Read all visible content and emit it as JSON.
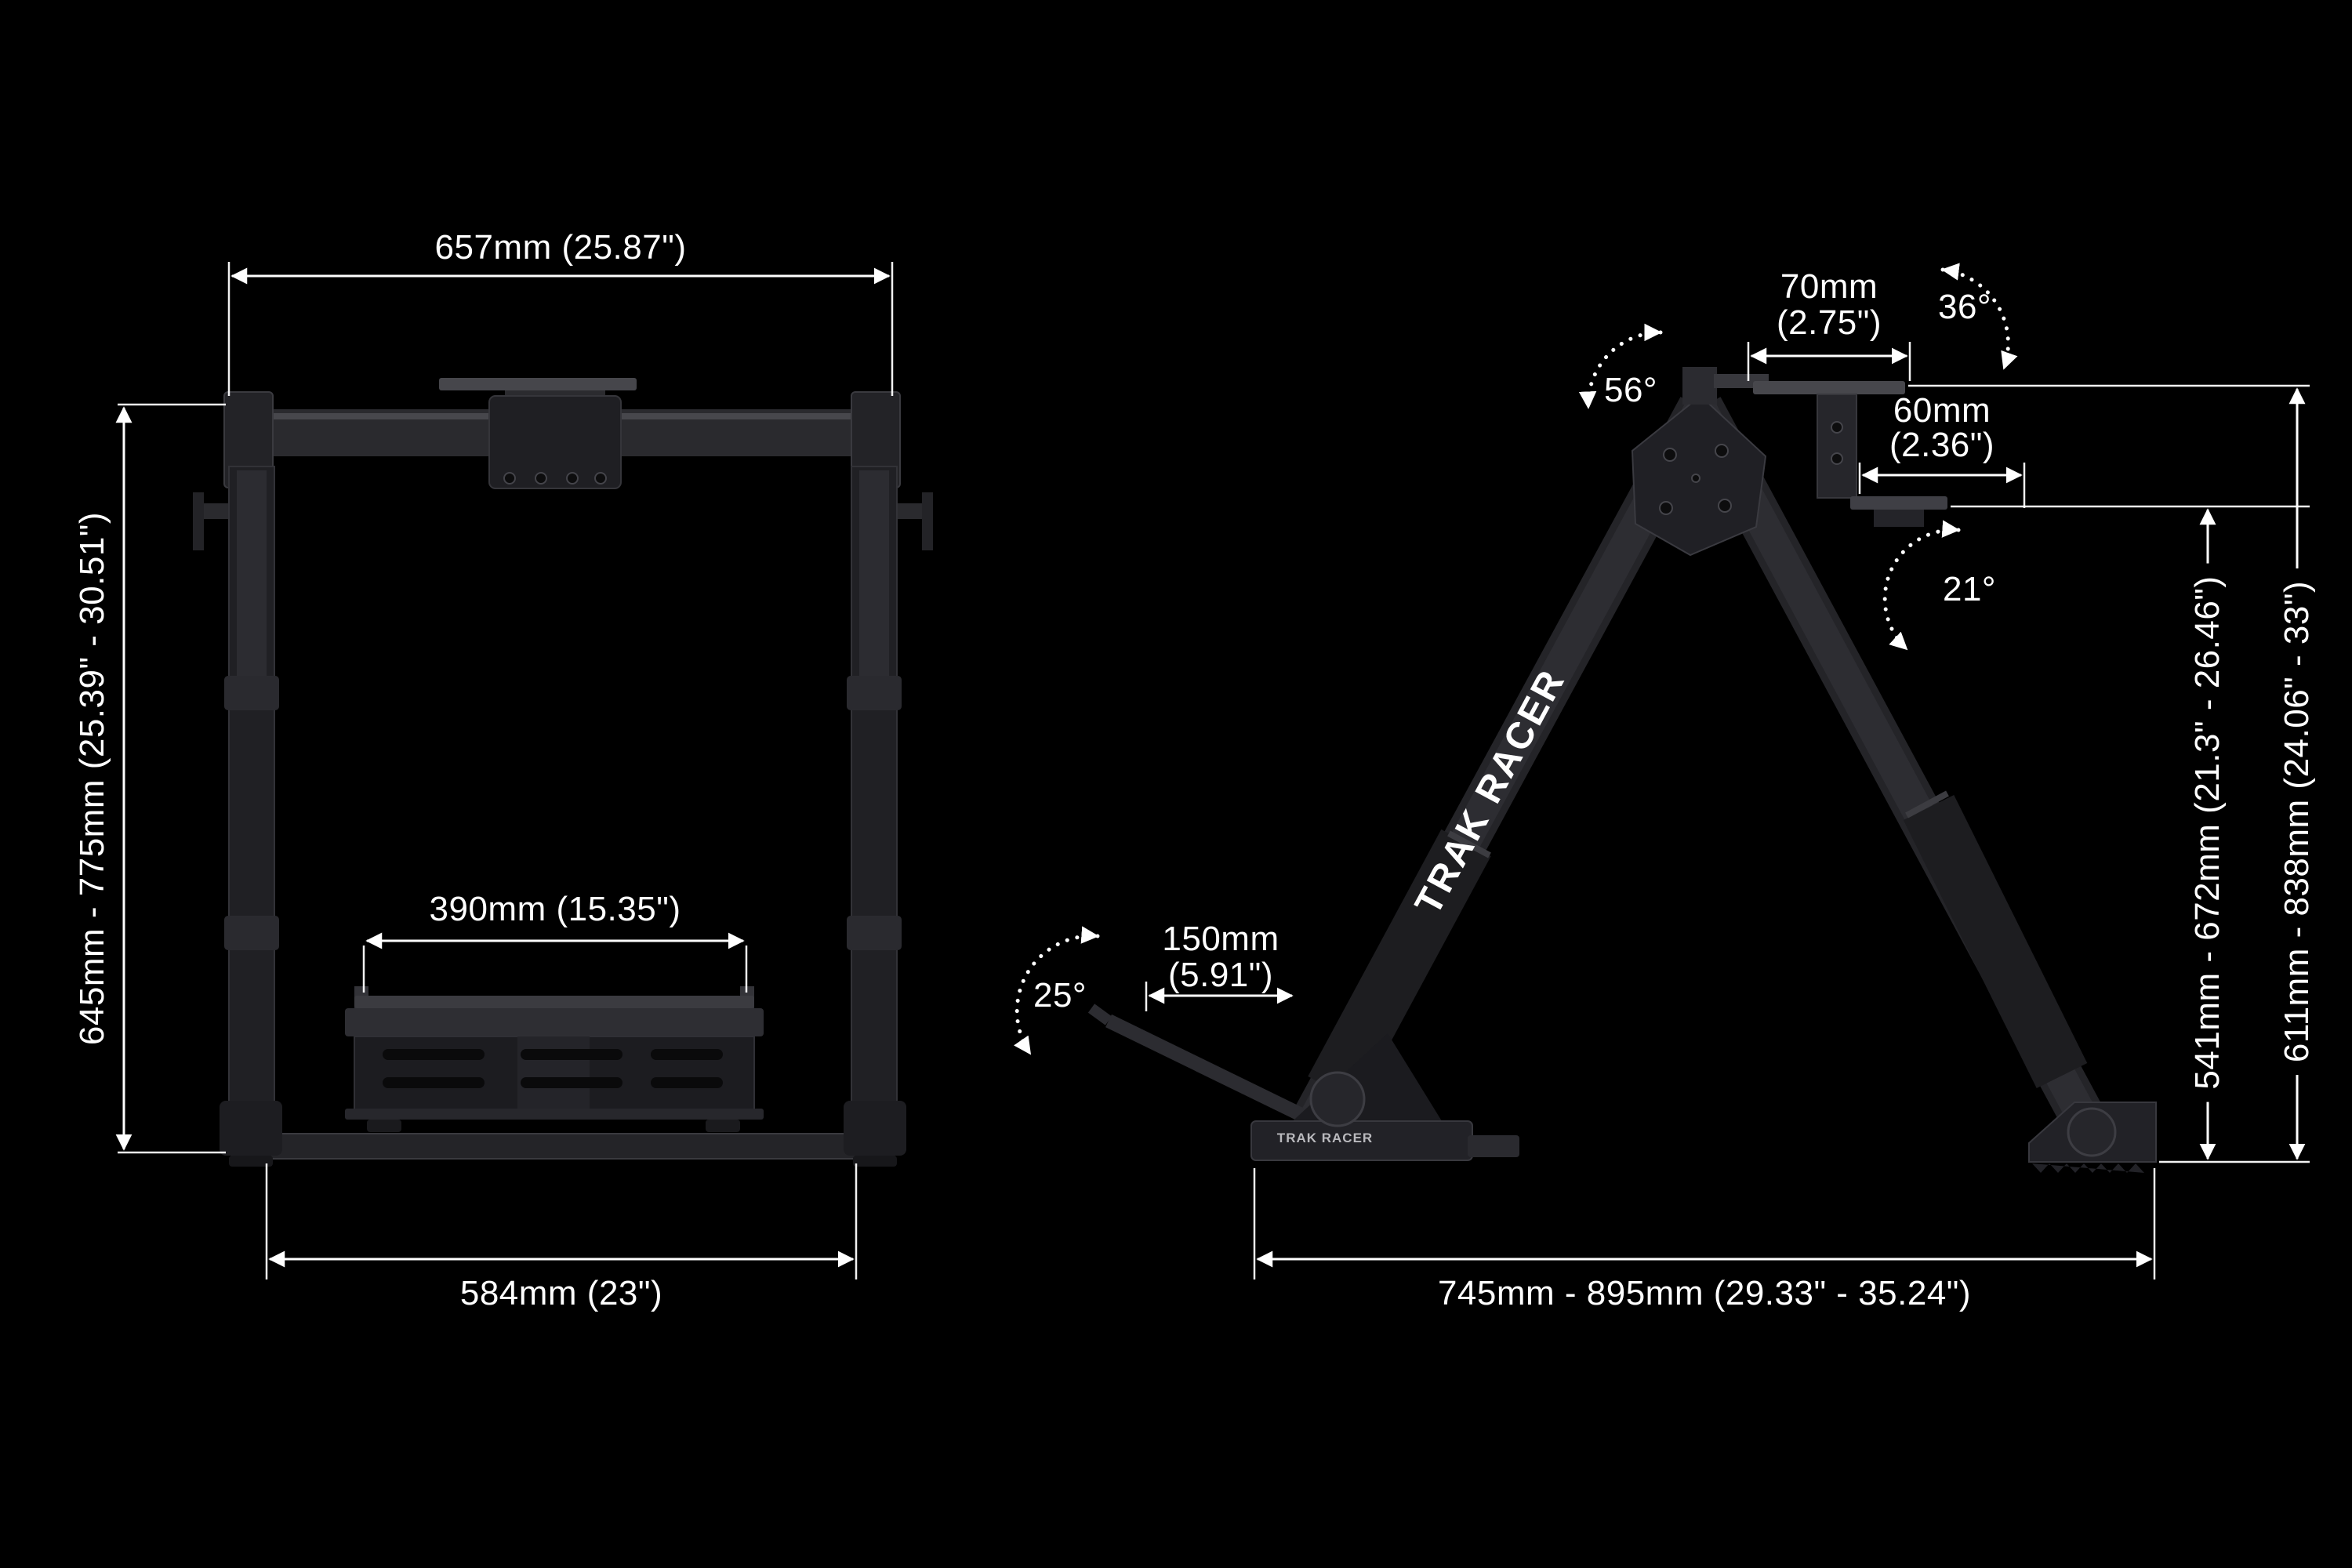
{
  "colors": {
    "background": "#000000",
    "dimension_lines": "#ffffff",
    "frame_metal": "#242428",
    "text": "#ffffff"
  },
  "brand": {
    "logo": "TRAK RACER"
  },
  "front_view": {
    "top_width": "657mm (25.87\")",
    "height_range": "645mm - 775mm (25.39\" - 30.51\")",
    "pedal_plate_width": "390mm (15.35\")",
    "base_width": "584mm (23\")"
  },
  "side_view": {
    "wheel_mount_depth_mm": "70mm",
    "wheel_mount_depth_in": "(2.75\")",
    "wheel_mount_angle": "36°",
    "frame_apex_angle": "56°",
    "shelf_depth_mm": "60mm",
    "shelf_depth_in": "(2.36\")",
    "shelf_angle": "21°",
    "pedal_angle": "25°",
    "pedal_deck_depth_mm": "150mm",
    "pedal_deck_depth_in": "(5.91\")",
    "inner_height_range": "541mm - 672mm (21.3\" - 26.46\")",
    "overall_height_range": "611mm - 838mm (24.06\" - 33\")",
    "base_length_range": "745mm - 895mm (29.33\" - 35.24\")"
  }
}
